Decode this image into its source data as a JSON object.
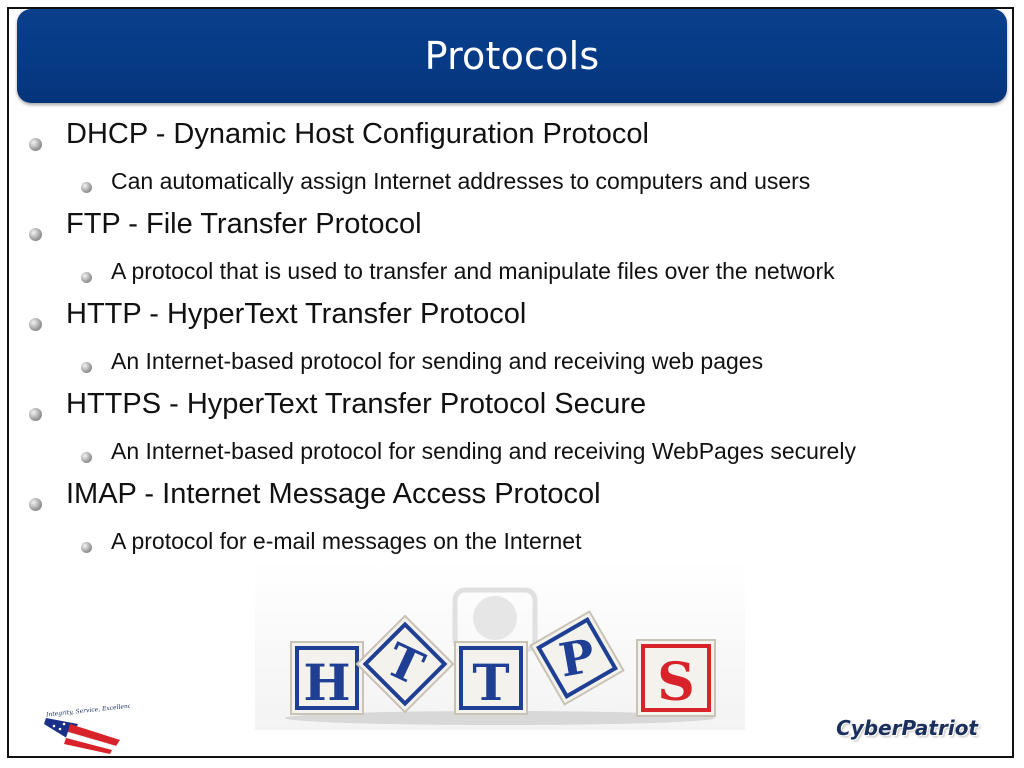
{
  "slide": {
    "title": "Protocols",
    "brand": "CyberPatriot",
    "logo_text": "Integrity, Service, Excellence"
  },
  "bullets": [
    {
      "term": "DHCP - Dynamic Host Configuration Protocol",
      "desc": "Can automatically assign Internet addresses to computers and users"
    },
    {
      "term": "FTP - File Transfer Protocol",
      "desc": "A protocol that is used to transfer and manipulate files over the network"
    },
    {
      "term": "HTTP - HyperText Transfer Protocol",
      "desc": "An Internet-based protocol for sending and receiving web pages"
    },
    {
      "term": "HTTPS - HyperText Transfer Protocol Secure",
      "desc": "An Internet-based protocol for sending and receiving WebPages securely"
    },
    {
      "term": "IMAP - Internet Message Access Protocol",
      "desc": "A protocol for e-mail messages on the Internet"
    }
  ],
  "image": {
    "blocks": [
      "H",
      "T",
      "T",
      "P",
      "S"
    ],
    "colors": {
      "block_face": "#f4f2ec",
      "letter_blue": "#1f3f95",
      "letter_red": "#d8232a",
      "title_bg": "#063a85"
    }
  }
}
